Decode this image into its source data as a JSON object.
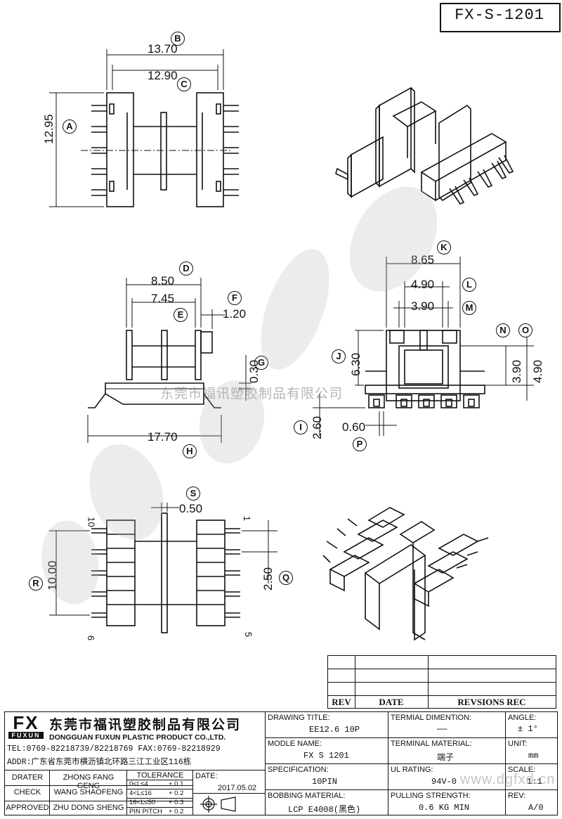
{
  "drawing_no": "FX-S-1201",
  "dimensions": {
    "b": "13.70",
    "c": "12.90",
    "a": "12.95",
    "d": "8.50",
    "e": "7.45",
    "f": "1.20",
    "g": "0.30",
    "h": "17.70",
    "k": "8.65",
    "l": "4.90",
    "m": "3.90",
    "j": "6.30",
    "n": "3.90",
    "o": "4.90",
    "i": "2.60",
    "p": "0.60",
    "s": "0.50",
    "r": "10.00",
    "q": "2.50"
  },
  "circle_labels": {
    "a": "A",
    "b": "B",
    "c": "C",
    "d": "D",
    "e": "E",
    "f": "F",
    "g": "G",
    "h": "H",
    "i": "I",
    "j": "J",
    "k": "K",
    "l": "L",
    "m": "M",
    "n": "N",
    "o": "O",
    "p": "P",
    "q": "Q",
    "r": "R",
    "s": "S"
  },
  "pin_labels": {
    "top_left": "10",
    "top_right": "1",
    "bottom_left": "6",
    "bottom_right": "5"
  },
  "watermark_line": "东莞市福讯塑胶制品有限公司",
  "revision_table": {
    "rev": "REV",
    "date": "DATE",
    "revisions": "REVSIONS REC"
  },
  "company": {
    "logo_text": "FX",
    "logo_sub": "FUXUN",
    "name_cn": "东莞市福讯塑胶制品有限公司",
    "name_en": "DONGGUAN FUXUN PLASTIC PRODUCT CO.,LTD.",
    "tel_fax": "TEL:0769-82218739/82218769 FAX:0769-82218929",
    "addr": "ADDR:广东省东莞市横沥镇北环路三江工业区116栋"
  },
  "signoff": [
    {
      "role": "DRATER",
      "name": "ZHONG FANG GENG"
    },
    {
      "role": "CHECK",
      "name": "WANG SHAOFENG"
    },
    {
      "role": "APPROVED",
      "name": "ZHU DONG SHENG"
    }
  ],
  "tolerance": {
    "title": "TOLERANCE",
    "rows": [
      {
        "range": "0<L≤4",
        "value": "+ 0.1"
      },
      {
        "range": "4<L≤16",
        "value": "+ 0.2"
      },
      {
        "range": "16<L≤50",
        "value": "+ 0.3"
      },
      {
        "range": "PIN PITCH",
        "value": "+ 0.2"
      }
    ]
  },
  "date_label": "DATE:",
  "date_value": "2017.05.02",
  "fields": {
    "drawing_title_label": "DRAWING TITLE:",
    "drawing_title": "EE12.6 10P",
    "terminal_dim_label": "TERMIAL DIMENTION:",
    "terminal_dim": "——",
    "angle_label": "ANGLE:",
    "angle": "± 1°",
    "model_label": "MODLE NAME:",
    "model": "FX S 1201",
    "terminal_mat_label": "TERMINAL MATERIAL:",
    "terminal_mat": "端子",
    "unit_label": "UNIT:",
    "unit": "mm",
    "spec_label": "SPECIFICATION:",
    "spec": "10PIN",
    "ul_label": "UL RATING:",
    "ul": "94V-0",
    "scale_label": "SCALE:",
    "scale": "1:1",
    "bobbin_label": "BOBBING MATERIAL:",
    "bobbin": "LCP E4008(黑色)",
    "pull_label": "PULLING STRENGTH:",
    "pull": "0.6 KG MIN",
    "rev_label": "REV:",
    "rev": "A/0"
  },
  "website_watermark": "www.dgfxd.cn"
}
